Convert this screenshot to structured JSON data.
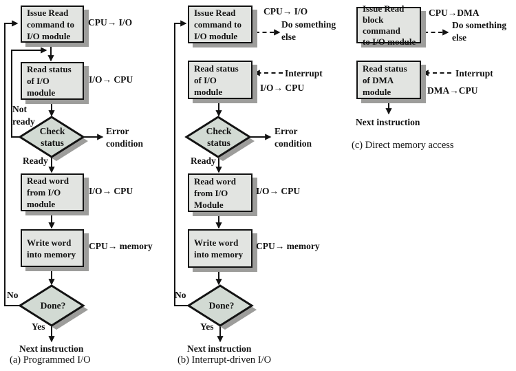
{
  "colors": {
    "box_fill": "#e2e4e1",
    "diamond_fill": "#d2dad3",
    "shadow": "#9d9d9b",
    "line": "#131313",
    "background": "#ffffff"
  },
  "columns": {
    "a": {
      "caption": "(a) Programmed I/O",
      "box_issue": "Issue Read\ncommand to\nI/O module",
      "box_read_status": "Read status\nof I/O\nmodule",
      "box_read_word": "Read word\nfrom I/O\nmodule",
      "box_write_word": "Write word\ninto memory",
      "diamond_check": "Check\nstatus",
      "diamond_done": "Done?",
      "label_issue": "CPU→ I/O",
      "label_read_status": "I/O→ CPU",
      "label_not_ready": "Not\nready",
      "label_error": "Error\ncondition",
      "label_ready": "Ready",
      "label_read_word": "I/O→ CPU",
      "label_write_word": "CPU→ memory",
      "label_no": "No",
      "label_yes": "Yes",
      "label_next": "Next instruction"
    },
    "b": {
      "caption": "(b) Interrupt-driven I/O",
      "box_issue": "Issue Read\ncommand to\nI/O module",
      "box_read_status": "Read status\nof I/O\nmodule",
      "box_read_word": "Read word\nfrom I/O\nModule",
      "box_write_word": "Write word\ninto memory",
      "diamond_check": "Check\nstatus",
      "diamond_done": "Done?",
      "label_issue": "CPU→ I/O",
      "label_do_something": "Do something\nelse",
      "label_interrupt": "Interrupt",
      "label_read_status": "I/O→ CPU",
      "label_error": "Error\ncondition",
      "label_ready": "Ready",
      "label_read_word": "I/O→ CPU",
      "label_write_word": "CPU→ memory",
      "label_no": "No",
      "label_yes": "Yes",
      "label_next": "Next instruction"
    },
    "c": {
      "caption": "(c) Direct memory access",
      "box_issue": "Issue Read\nblock command\nto I/O module",
      "box_read_status": "Read status\nof DMA\nmodule",
      "label_issue": "CPU→DMA",
      "label_do_something": "Do something\nelse",
      "label_interrupt": "Interrupt",
      "label_read_status": "DMA→CPU",
      "label_next": "Next instruction"
    }
  }
}
